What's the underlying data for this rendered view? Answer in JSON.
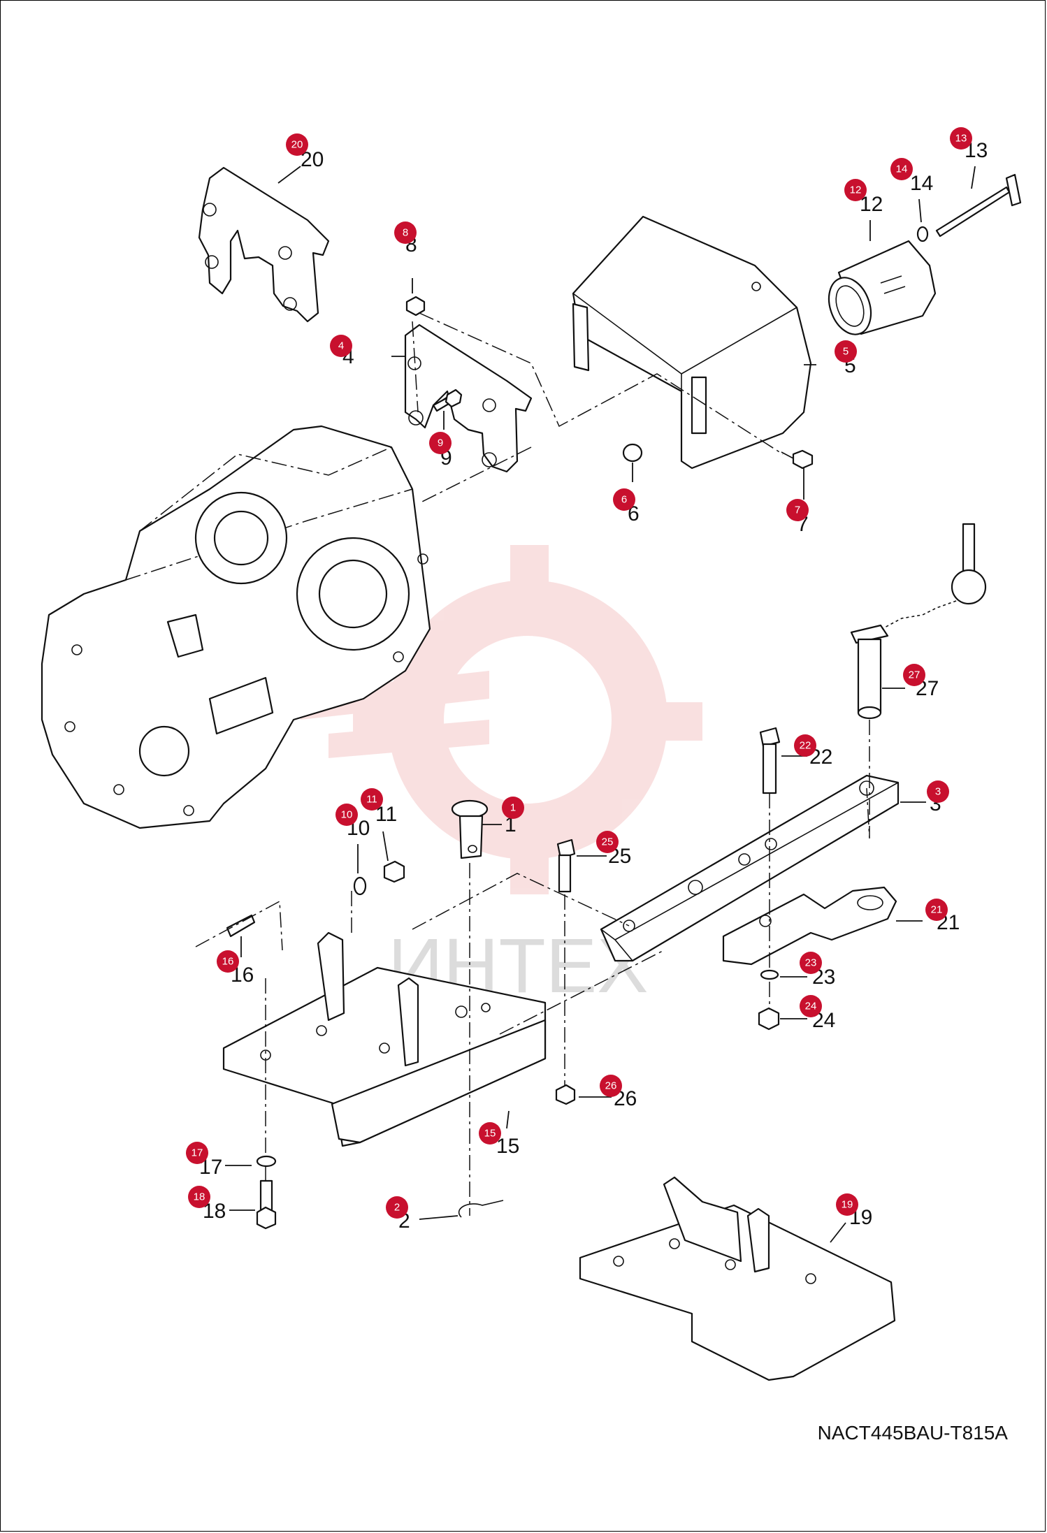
{
  "drawing_code": "NACT445BAU-T815A",
  "watermark": {
    "text": "ИНТЕХ",
    "color": "#e8a0a0"
  },
  "badge_color": "#c8102e",
  "callouts": [
    {
      "id": "1",
      "label": "1"
    },
    {
      "id": "2",
      "label": "2"
    },
    {
      "id": "3",
      "label": "3"
    },
    {
      "id": "4",
      "label": "4"
    },
    {
      "id": "5",
      "label": "5"
    },
    {
      "id": "6",
      "label": "6"
    },
    {
      "id": "7",
      "label": "7"
    },
    {
      "id": "8",
      "label": "8"
    },
    {
      "id": "9",
      "label": "9"
    },
    {
      "id": "10",
      "label": "10"
    },
    {
      "id": "11",
      "label": "11"
    },
    {
      "id": "12",
      "label": "12"
    },
    {
      "id": "13",
      "label": "13"
    },
    {
      "id": "14",
      "label": "14"
    },
    {
      "id": "15",
      "label": "15"
    },
    {
      "id": "16",
      "label": "16"
    },
    {
      "id": "17",
      "label": "17"
    },
    {
      "id": "18",
      "label": "18"
    },
    {
      "id": "19",
      "label": "19"
    },
    {
      "id": "20",
      "label": "20"
    },
    {
      "id": "21",
      "label": "21"
    },
    {
      "id": "22",
      "label": "22"
    },
    {
      "id": "23",
      "label": "23"
    },
    {
      "id": "24",
      "label": "24"
    },
    {
      "id": "25",
      "label": "25"
    },
    {
      "id": "26",
      "label": "26"
    },
    {
      "id": "27",
      "label": "27"
    }
  ]
}
